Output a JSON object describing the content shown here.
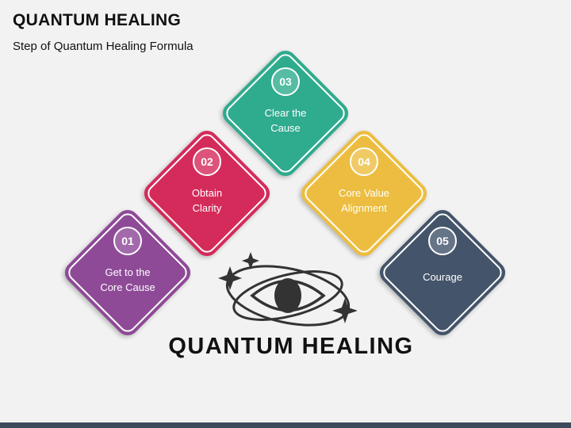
{
  "header": {
    "title": "QUANTUM HEALING",
    "subtitle": "Step of Quantum Healing Formula"
  },
  "steps": [
    {
      "number": "01",
      "label_line1": "Get to the",
      "label_line2": "Core Cause",
      "color": "#8e4a97"
    },
    {
      "number": "02",
      "label_line1": "Obtain",
      "label_line2": "Clarity",
      "color": "#d42b5a"
    },
    {
      "number": "03",
      "label_line1": "Clear the",
      "label_line2": "Cause",
      "color": "#2fab8e"
    },
    {
      "number": "04",
      "label_line1": "Core Value",
      "label_line2": "Alignment",
      "color": "#ecbd40"
    },
    {
      "number": "05",
      "label_line1": "Courage",
      "label_line2": "",
      "color": "#44546a"
    }
  ],
  "center": {
    "title": "QUANTUM HEALING",
    "icon": "eye-orbit-icon"
  }
}
